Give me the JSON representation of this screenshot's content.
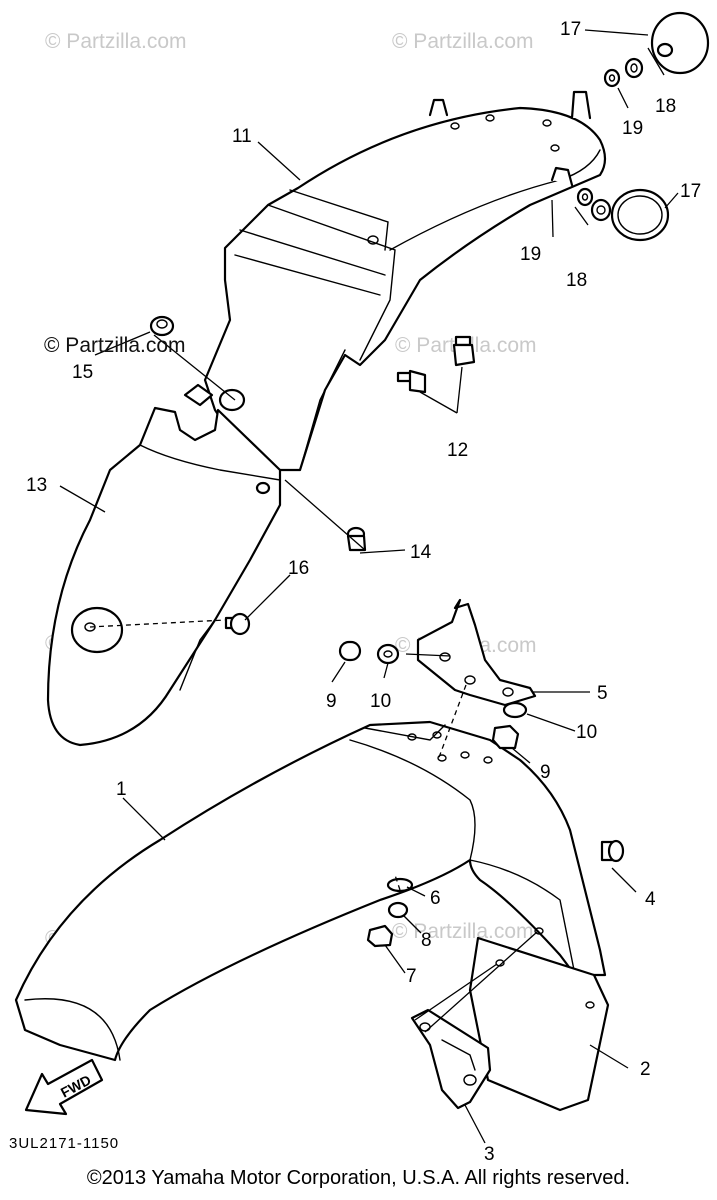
{
  "watermarks": {
    "text": "© Partzilla.com",
    "prominent_text": "© Partzilla.com"
  },
  "callouts": [
    "1",
    "2",
    "3",
    "4",
    "5",
    "6",
    "7",
    "8",
    "9",
    "9",
    "10",
    "10",
    "11",
    "12",
    "13",
    "14",
    "15",
    "16",
    "17",
    "17",
    "18",
    "18",
    "19",
    "19"
  ],
  "arrow": {
    "label": "FWD"
  },
  "diagram_code": "3UL2171-1150",
  "copyright": "©2013 Yamaha Motor Corporation, U.S.A. All rights reserved."
}
